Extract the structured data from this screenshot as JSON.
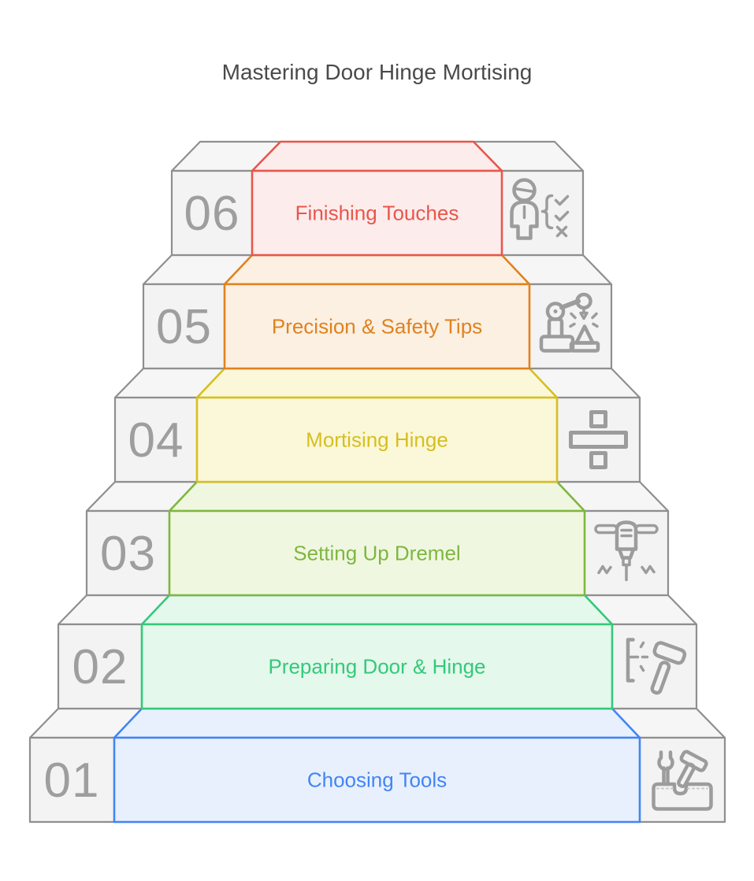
{
  "title": "Mastering Door Hinge Mortising",
  "palette": {
    "background": "#ffffff",
    "title_text": "#4a4a4a",
    "step_face": "#f3f3f3",
    "step_top": "#f6f6f6",
    "step_border": "#8f8f8f",
    "number_text": "#9e9e9e",
    "icon_stroke": "#9c9c9c"
  },
  "steps": [
    {
      "number": "01",
      "label": "Choosing Tools",
      "icon": "toolbox-icon",
      "accent": "#4285f4",
      "tint": "#e8f0fe"
    },
    {
      "number": "02",
      "label": "Preparing Door & Hinge",
      "icon": "door-frame-hammer-icon",
      "accent": "#34c97a",
      "tint": "#e4f8ec"
    },
    {
      "number": "03",
      "label": "Setting Up Dremel",
      "icon": "jackhammer-icon",
      "accent": "#7eb73f",
      "tint": "#f0f7e1"
    },
    {
      "number": "04",
      "label": "Mortising Hinge",
      "icon": "division-icon",
      "accent": "#d6bf1f",
      "tint": "#fbf7d9"
    },
    {
      "number": "05",
      "label": "Precision & Safety Tips",
      "icon": "robot-arm-icon",
      "accent": "#e0821f",
      "tint": "#fbf0e2"
    },
    {
      "number": "06",
      "label": "Finishing Touches",
      "icon": "person-checklist-icon",
      "accent": "#e8564b",
      "tint": "#fdecec"
    }
  ]
}
